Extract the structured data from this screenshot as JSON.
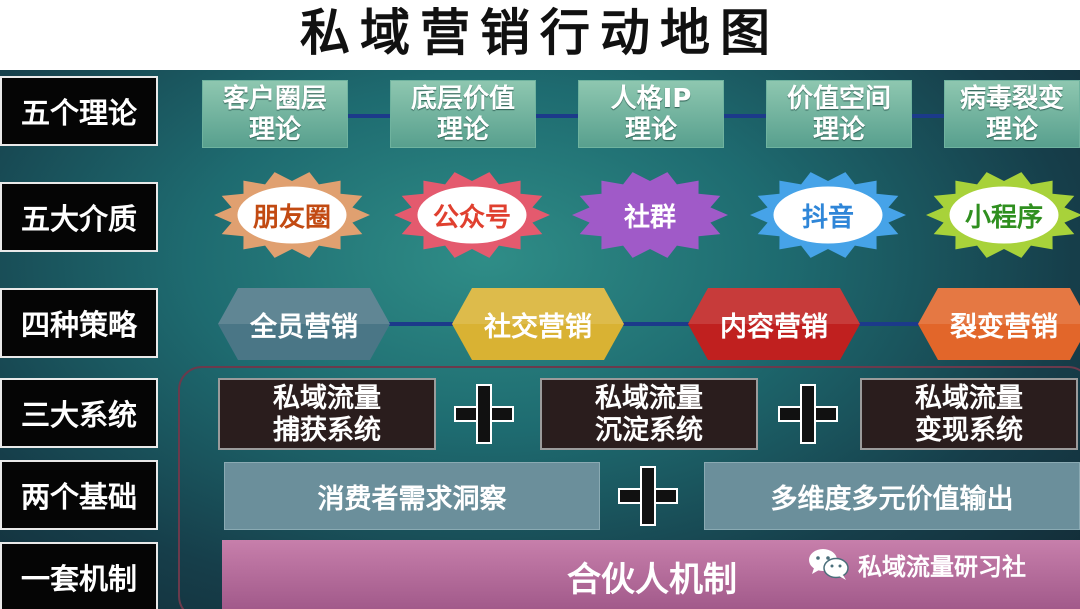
{
  "title": "私域营销行动地图",
  "row_labels": [
    "五个理论",
    "五大介质",
    "四种策略",
    "三大系统",
    "两个基础",
    "一套机制"
  ],
  "theories": [
    {
      "line1": "客户圈层",
      "line2": "理论"
    },
    {
      "line1": "底层价值",
      "line2": "理论"
    },
    {
      "line1": "人格IP",
      "line2": "理论"
    },
    {
      "line1": "价值空间",
      "line2": "理论"
    },
    {
      "line1": "病毒裂变",
      "line2": "理论"
    }
  ],
  "media": [
    {
      "label": "朋友圈",
      "color": "#e0a070",
      "text_color": "#c24a12"
    },
    {
      "label": "公众号",
      "color": "#e45a6e",
      "text_color": "#e0402f"
    },
    {
      "label": "社群",
      "color": "#a05ac8",
      "text_color": "#ffffff"
    },
    {
      "label": "抖音",
      "color": "#46a3e8",
      "text_color": "#2f86d8"
    },
    {
      "label": "小程序",
      "color": "#a8d23a",
      "text_color": "#2f8f1f"
    }
  ],
  "strategies": [
    {
      "label": "全员营销",
      "color": "#4a7686"
    },
    {
      "label": "社交营销",
      "color": "#d9b233"
    },
    {
      "label": "内容营销",
      "color": "#c0201f"
    },
    {
      "label": "裂变营销",
      "color": "#e2662a"
    }
  ],
  "systems": [
    {
      "line1": "私域流量",
      "line2": "捕获系统"
    },
    {
      "line1": "私域流量",
      "line2": "沉淀系统"
    },
    {
      "line1": "私域流量",
      "line2": "变现系统"
    }
  ],
  "foundations": [
    "消费者需求洞察",
    "多维度多元价值输出"
  ],
  "mechanism": "合伙人机制",
  "watermark": "私域流量研习社"
}
